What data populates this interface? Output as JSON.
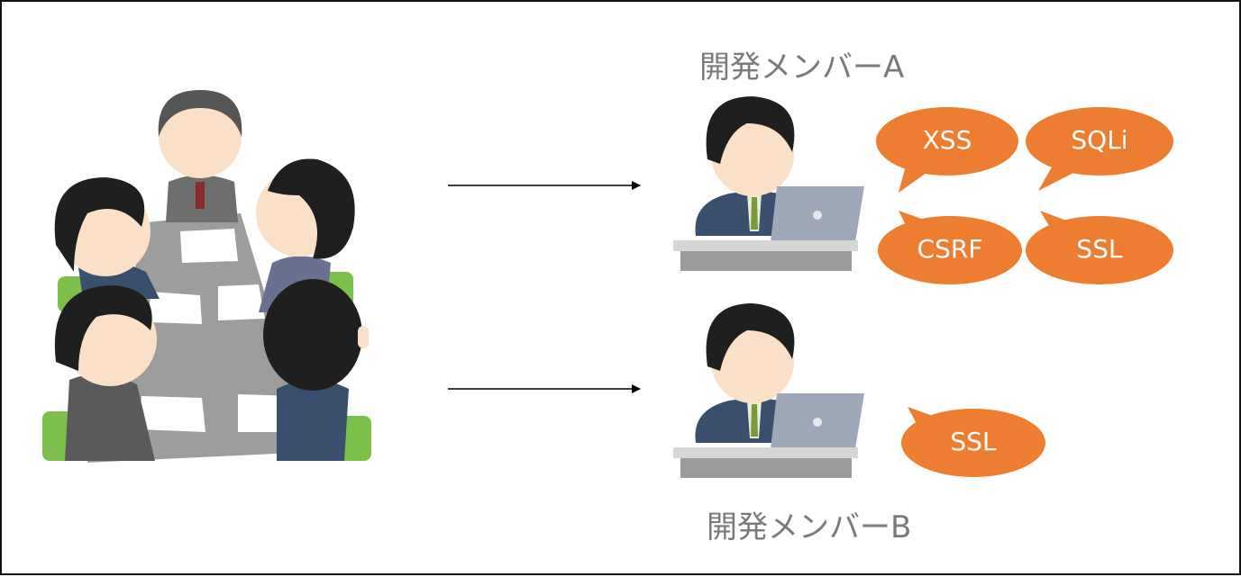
{
  "members": [
    {
      "label": "開発メンバーA",
      "topics": [
        "XSS",
        "SQLi",
        "CSRF",
        "SSL"
      ]
    },
    {
      "label": "開発メンバーB",
      "topics": [
        "SSL"
      ]
    }
  ],
  "colors": {
    "bubble": "#ed7d31",
    "label": "#7a7a7a",
    "arrow": "#000000",
    "suit": "#3a4f6e",
    "hair": "#1f1f1f",
    "skin": "#fbe0c8",
    "table": "#9d9d9d",
    "chair": "#7cbf4a",
    "laptop": "#9fa8b8"
  }
}
